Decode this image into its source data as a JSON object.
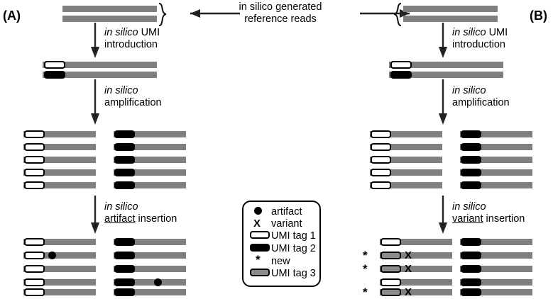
{
  "figure": {
    "panels": [
      {
        "id": "A",
        "label": "(A)"
      },
      {
        "id": "B",
        "label": "(B)"
      }
    ],
    "source_text_line1": "in silico generated",
    "source_text_line2": "reference reads",
    "source_italic_part": "in silico",
    "source_rest_part": " generated"
  },
  "steps": {
    "umi_intro": {
      "italic": "in silico",
      "rest": " UMI",
      "line2": "introduction"
    },
    "amplification": {
      "italic": "in silico",
      "rest": "",
      "line2": "amplification"
    },
    "artifact_insertion": {
      "italic": "in silico",
      "rest": "",
      "line2_underline": "artifact",
      "line2_rest": " insertion"
    },
    "variant_insertion": {
      "italic": "in silico",
      "rest": "",
      "line2_underline": "variant",
      "line2_rest": " insertion"
    }
  },
  "legend": {
    "items": [
      {
        "icon": "filled-circle",
        "label": "artifact"
      },
      {
        "icon": "x-mark",
        "label": "variant"
      },
      {
        "icon": "umi-tag-white",
        "label": "UMI tag 1"
      },
      {
        "icon": "umi-tag-black",
        "label": "UMI tag 2"
      },
      {
        "icon": "asterisk",
        "label": "new"
      },
      {
        "icon": "umi-tag-gray",
        "label": "UMI tag 3"
      }
    ]
  },
  "colors": {
    "read_gray": "#808080",
    "umi_tag_1": "#ffffff",
    "umi_tag_2": "#000000",
    "umi_tag_3": "#8c8c8c",
    "outline": "#000000",
    "background": "#ffffff"
  },
  "diagram_data": {
    "type": "flow-diagram",
    "panelA": {
      "reference_reads_count": 2,
      "umi_introduced": [
        {
          "tag": "umi-tag-white"
        },
        {
          "tag": "umi-tag-black"
        }
      ],
      "amplified": {
        "left_column": {
          "tag": "umi-tag-white",
          "count": 5
        },
        "right_column": {
          "tag": "umi-tag-black",
          "count": 5
        }
      },
      "after_insertion": {
        "left_column": {
          "tag": "umi-tag-white",
          "rows": [
            {
              "marker": "none"
            },
            {
              "marker": "artifact"
            },
            {
              "marker": "none"
            },
            {
              "marker": "none"
            },
            {
              "marker": "none"
            }
          ]
        },
        "right_column": {
          "tag": "umi-tag-black",
          "rows": [
            {
              "marker": "none"
            },
            {
              "marker": "none"
            },
            {
              "marker": "none"
            },
            {
              "marker": "artifact"
            },
            {
              "marker": "none"
            }
          ]
        }
      }
    },
    "panelB": {
      "reference_reads_count": 2,
      "umi_introduced": [
        {
          "tag": "umi-tag-white"
        },
        {
          "tag": "umi-tag-black"
        }
      ],
      "amplified": {
        "left_column": {
          "tag": "umi-tag-white",
          "count": 5
        },
        "right_column": {
          "tag": "umi-tag-black",
          "count": 5
        }
      },
      "after_insertion": {
        "left_column": {
          "tag_default": "umi-tag-white",
          "rows": [
            {
              "tag": "umi-tag-white",
              "marker": "none",
              "new": false
            },
            {
              "tag": "umi-tag-gray",
              "marker": "variant",
              "new": true
            },
            {
              "tag": "umi-tag-gray",
              "marker": "variant",
              "new": true
            },
            {
              "tag": "umi-tag-white",
              "marker": "none",
              "new": false
            },
            {
              "tag": "umi-tag-gray",
              "marker": "variant",
              "new": true
            }
          ]
        },
        "right_column": {
          "tag": "umi-tag-black",
          "rows": [
            {
              "marker": "none"
            },
            {
              "marker": "none"
            },
            {
              "marker": "none"
            },
            {
              "marker": "none"
            },
            {
              "marker": "none"
            }
          ]
        }
      }
    }
  },
  "glyphs": {
    "x": "X",
    "asterisk": "*"
  }
}
